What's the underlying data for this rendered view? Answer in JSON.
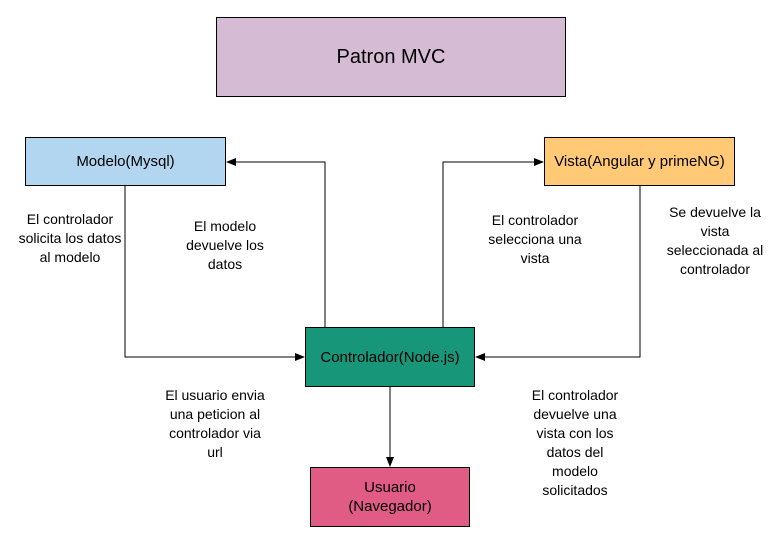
{
  "title": "Patron MVC",
  "nodes": {
    "modelo": "Modelo(Mysql)",
    "vista": "Vista(Angular y primeNG)",
    "controlador": "Controlador(Node.js)",
    "usuario": "Usuario\n(Navegador)"
  },
  "notes": {
    "controlador_solicita": "El controlador\nsolicita los datos\nal modelo",
    "modelo_devuelve": "El modelo\ndevuelve los\ndatos",
    "controlador_selecciona": "El controlador\nselecciona una\nvista",
    "vista_devuelta": "Se devuelve la\nvista\nseleccionada al\ncontrolador",
    "usuario_envia": "El usuario envia\nuna peticion al\ncontrolador via\nurl",
    "controlador_devuelve": "El controlador\ndevuelve una\nvista con los\ndatos del\nmodelo\nsolicitados"
  }
}
